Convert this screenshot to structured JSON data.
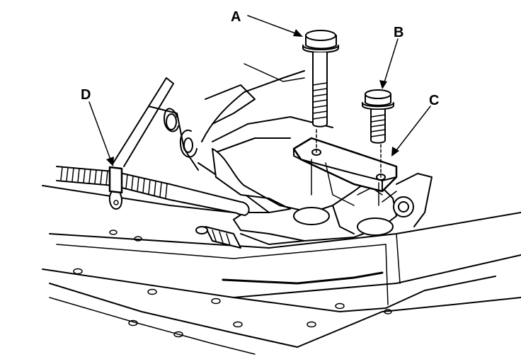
{
  "diagram": {
    "callouts": [
      {
        "id": "A",
        "text": "A",
        "part": "bolt-long"
      },
      {
        "id": "B",
        "text": "B",
        "part": "bolt-short"
      },
      {
        "id": "C",
        "text": "C",
        "part": "bracket"
      },
      {
        "id": "D",
        "text": "D",
        "part": "cable-clamp"
      }
    ],
    "colors": {
      "ink": "#000000",
      "paper": "#ffffff"
    }
  }
}
